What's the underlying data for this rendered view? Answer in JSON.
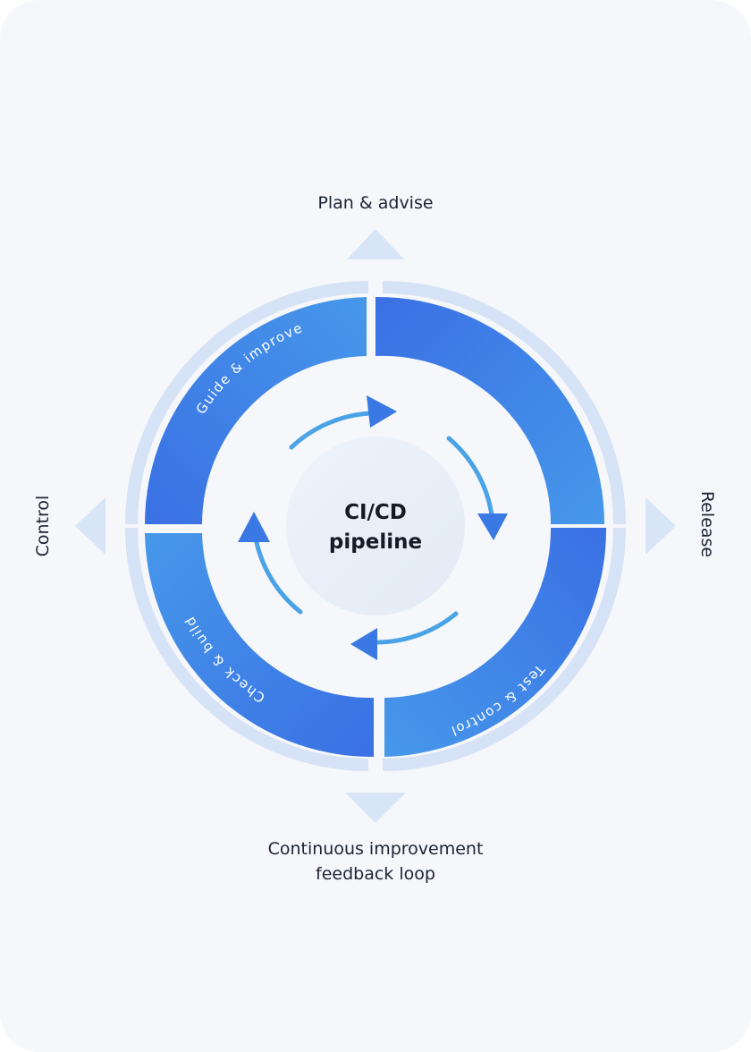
{
  "directions": {
    "top": "Plan & advise",
    "right": "Release",
    "bottom_line1": "Continuous improvement",
    "bottom_line2": "feedback loop",
    "left": "Control"
  },
  "center": {
    "line1": "CI/CD",
    "line2": "pipeline"
  },
  "segments": [
    {
      "id": "top-left",
      "label": "Guide & improve"
    },
    {
      "id": "top-right",
      "label": ""
    },
    {
      "id": "bottom-right",
      "label": "Test & control"
    },
    {
      "id": "bottom-left",
      "label": "Check & build"
    }
  ],
  "colors": {
    "background": "#f5f7fa",
    "ring_outer": "#d6e2f6",
    "segment_dark": "#3b74e6",
    "segment_light": "#4596ea",
    "inner_arrow": "#4aa3e6",
    "direction_arrow": "#d8e5f7",
    "center_circle": "#e9eff8",
    "text": "#1c2333"
  },
  "icons": [
    "triangle-up-icon",
    "triangle-right-icon",
    "triangle-down-icon",
    "triangle-left-icon",
    "cycle-arrow-icon"
  ]
}
